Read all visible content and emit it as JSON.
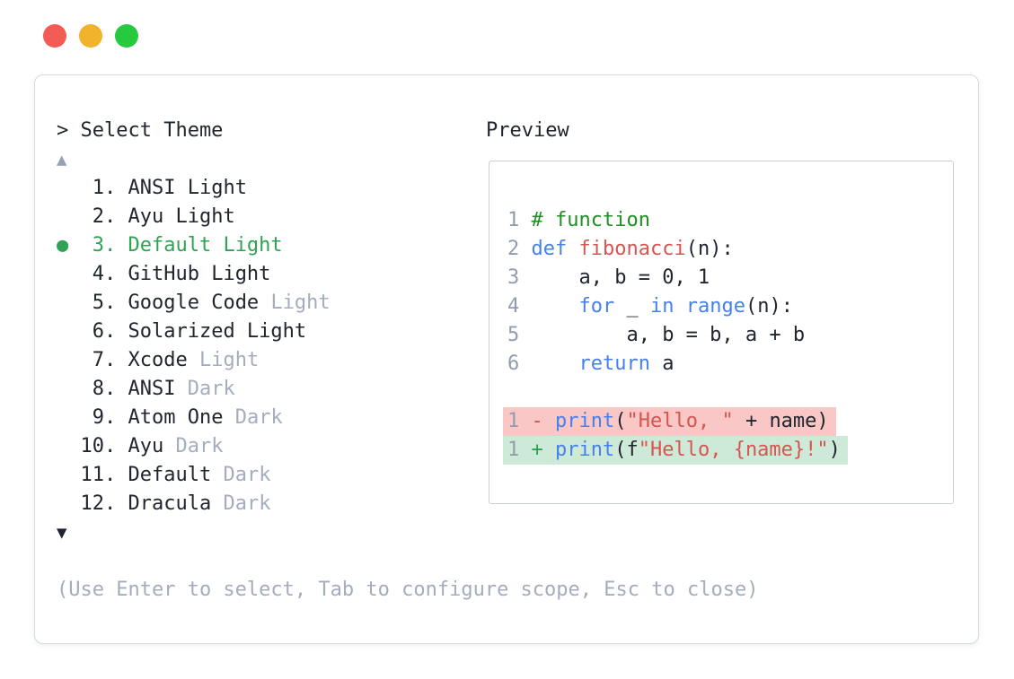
{
  "window": {
    "controls": [
      {
        "name": "close",
        "color": "#f25c54"
      },
      {
        "name": "minimize",
        "color": "#f2b32c"
      },
      {
        "name": "zoom",
        "color": "#27c93f"
      }
    ]
  },
  "theme_list": {
    "title": "> Select Theme",
    "scroll_up_symbol": "▲",
    "scroll_down_symbol": "▼",
    "selected_indicator": "●",
    "items": [
      {
        "number": "1.",
        "name": "ANSI Light",
        "suffix": "",
        "selected": false
      },
      {
        "number": "2.",
        "name": "Ayu Light",
        "suffix": "",
        "selected": false
      },
      {
        "number": "3.",
        "name": "Default Light",
        "suffix": "",
        "selected": true
      },
      {
        "number": "4.",
        "name": "GitHub Light",
        "suffix": "",
        "selected": false
      },
      {
        "number": "5.",
        "name": "Google Code",
        "suffix": "Light",
        "selected": false
      },
      {
        "number": "6.",
        "name": "Solarized Light",
        "suffix": "",
        "selected": false
      },
      {
        "number": "7.",
        "name": "Xcode",
        "suffix": "Light",
        "selected": false
      },
      {
        "number": "8.",
        "name": "ANSI",
        "suffix": "Dark",
        "selected": false
      },
      {
        "number": "9.",
        "name": "Atom One",
        "suffix": "Dark",
        "selected": false
      },
      {
        "number": "10.",
        "name": "Ayu",
        "suffix": "Dark",
        "selected": false
      },
      {
        "number": "11.",
        "name": "Default",
        "suffix": "Dark",
        "selected": false
      },
      {
        "number": "12.",
        "name": "Dracula",
        "suffix": "Dark",
        "selected": false
      }
    ]
  },
  "preview": {
    "title": "Preview",
    "code_lines": [
      {
        "num": "1",
        "tokens": [
          {
            "t": "# function",
            "c": "comment"
          }
        ]
      },
      {
        "num": "2",
        "tokens": [
          {
            "t": "def",
            "c": "kw"
          },
          {
            "t": " ",
            "c": "plain"
          },
          {
            "t": "fibonacci",
            "c": "fn"
          },
          {
            "t": "(n):",
            "c": "plain"
          }
        ]
      },
      {
        "num": "3",
        "tokens": [
          {
            "t": "    a, b = 0, 1",
            "c": "plain"
          }
        ]
      },
      {
        "num": "4",
        "tokens": [
          {
            "t": "    ",
            "c": "plain"
          },
          {
            "t": "for",
            "c": "kw"
          },
          {
            "t": " _ ",
            "c": "plain"
          },
          {
            "t": "in",
            "c": "kw"
          },
          {
            "t": " ",
            "c": "plain"
          },
          {
            "t": "range",
            "c": "kw"
          },
          {
            "t": "(n):",
            "c": "plain"
          }
        ]
      },
      {
        "num": "5",
        "tokens": [
          {
            "t": "        a, b = b, a + b",
            "c": "plain"
          }
        ]
      },
      {
        "num": "6",
        "tokens": [
          {
            "t": "    ",
            "c": "plain"
          },
          {
            "t": "return",
            "c": "kw"
          },
          {
            "t": " a",
            "c": "plain"
          }
        ]
      },
      {
        "num": "",
        "tokens": []
      },
      {
        "num": "1",
        "diff": "removed",
        "tokens": [
          {
            "t": "-",
            "c": "minus"
          },
          {
            "t": " ",
            "c": "plain"
          },
          {
            "t": "print",
            "c": "kw"
          },
          {
            "t": "(",
            "c": "plain"
          },
          {
            "t": "\"Hello, \"",
            "c": "str"
          },
          {
            "t": " + name)",
            "c": "plain"
          }
        ]
      },
      {
        "num": "1",
        "diff": "added",
        "tokens": [
          {
            "t": "+",
            "c": "plus"
          },
          {
            "t": " ",
            "c": "plain"
          },
          {
            "t": "print",
            "c": "kw"
          },
          {
            "t": "(f",
            "c": "plain"
          },
          {
            "t": "\"Hello, {name}!\"",
            "c": "str"
          },
          {
            "t": ")",
            "c": "plain"
          }
        ]
      }
    ]
  },
  "footer": {
    "hint": "(Use Enter to select, Tab to configure scope, Esc to close)"
  },
  "colors": {
    "text": "#20252f",
    "muted": "#a3adbd",
    "line_number": "#929cae",
    "selection_green": "#2fa355",
    "comment_green": "#1e8f20",
    "keyword_blue": "#4680ef",
    "string_red": "#d9534f",
    "diff_removed_bg": "#f8c7c6",
    "diff_added_bg": "#cdead8",
    "panel_border": "#d5dae2",
    "preview_border": "#c9cfd9"
  }
}
